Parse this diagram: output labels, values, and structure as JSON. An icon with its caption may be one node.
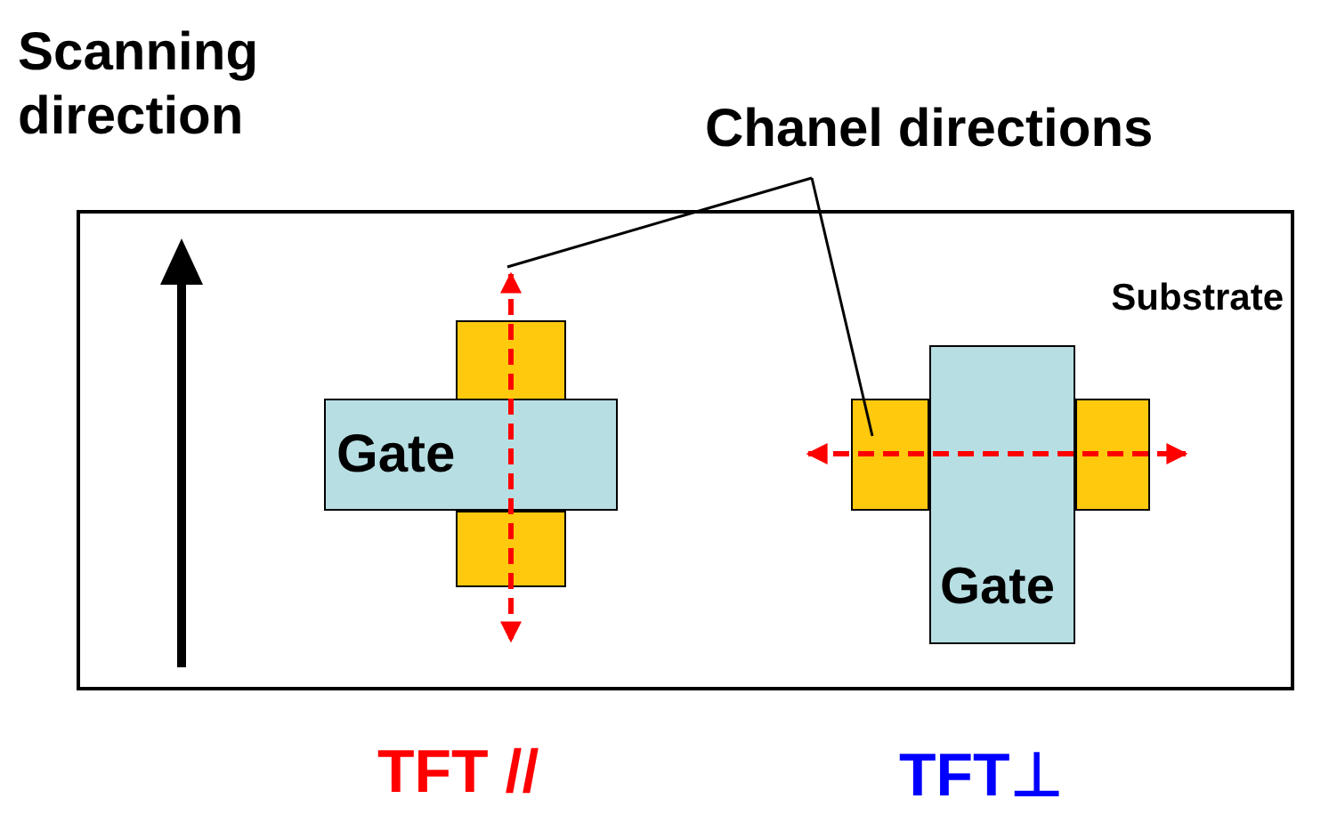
{
  "diagram": {
    "nodes": [
      {
        "text": [
          "Substrate"
        ]
      },
      {
        "text": [],
        "shape": "box",
        "in": 0
      },
      {
        "text": [
          "Gate"
        ],
        "in": 0
      },
      {
        "text": [],
        "shape": "box",
        "in": 0
      },
      {
        "text": [],
        "shape": "arrow",
        "in": 0
      },
      {
        "text": [],
        "shape": "box",
        "in": 0
      },
      {
        "text": [],
        "shape": "box",
        "in": 0
      },
      {
        "text": [
          "Gate"
        ],
        "in": 0
      },
      {
        "text": [],
        "shape": "arrow",
        "in": 0
      },
      {
        "text": [
          "Chanel directions"
        ]
      }
    ],
    "edges": [
      {
        "from": 9,
        "to": 4,
        "arrow": "none"
      },
      {
        "from": 9,
        "to": 8,
        "arrow": "none"
      }
    ],
    "labels": [
      "Scanning direction",
      "TFT //",
      "TFT⊥"
    ]
  }
}
